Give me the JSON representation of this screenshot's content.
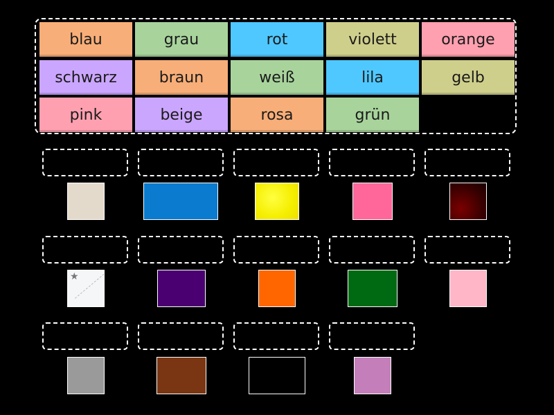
{
  "word_bank": {
    "tiles": [
      {
        "label": "blau",
        "color": "#F8AE78"
      },
      {
        "label": "grau",
        "color": "#A8D49C"
      },
      {
        "label": "rot",
        "color": "#4FC8FF"
      },
      {
        "label": "violett",
        "color": "#CFCF8C"
      },
      {
        "label": "orange",
        "color": "#FFA0B0"
      },
      {
        "label": "schwarz",
        "color": "#CBA6FF"
      },
      {
        "label": "braun",
        "color": "#F8AE78"
      },
      {
        "label": "weiß",
        "color": "#A8D49C"
      },
      {
        "label": "lila",
        "color": "#4FC8FF"
      },
      {
        "label": "gelb",
        "color": "#CFCF8C"
      },
      {
        "label": "pink",
        "color": "#FFA0B0"
      },
      {
        "label": "beige",
        "color": "#CBA6FF"
      },
      {
        "label": "rosa",
        "color": "#F8AE78"
      },
      {
        "label": "grün",
        "color": "#A8D49C"
      }
    ]
  },
  "targets": [
    {
      "swatch_color": "#E4DACB"
    },
    {
      "swatch_color": "#0A7BCF"
    },
    {
      "swatch_color": "#F5EE00"
    },
    {
      "swatch_color": "#FF6699"
    },
    {
      "swatch_color": "#4A0505"
    },
    {
      "swatch_color": "#F4F6F7"
    },
    {
      "swatch_color": "#4A0070"
    },
    {
      "swatch_color": "#FF6600"
    },
    {
      "swatch_color": "#006A12"
    },
    {
      "swatch_color": "#FFB6C7"
    },
    {
      "swatch_color": "#9A9A9A"
    },
    {
      "swatch_color": "#7A3612"
    },
    {
      "swatch_color": "#000000"
    },
    {
      "swatch_color": "#C47EBA"
    }
  ]
}
